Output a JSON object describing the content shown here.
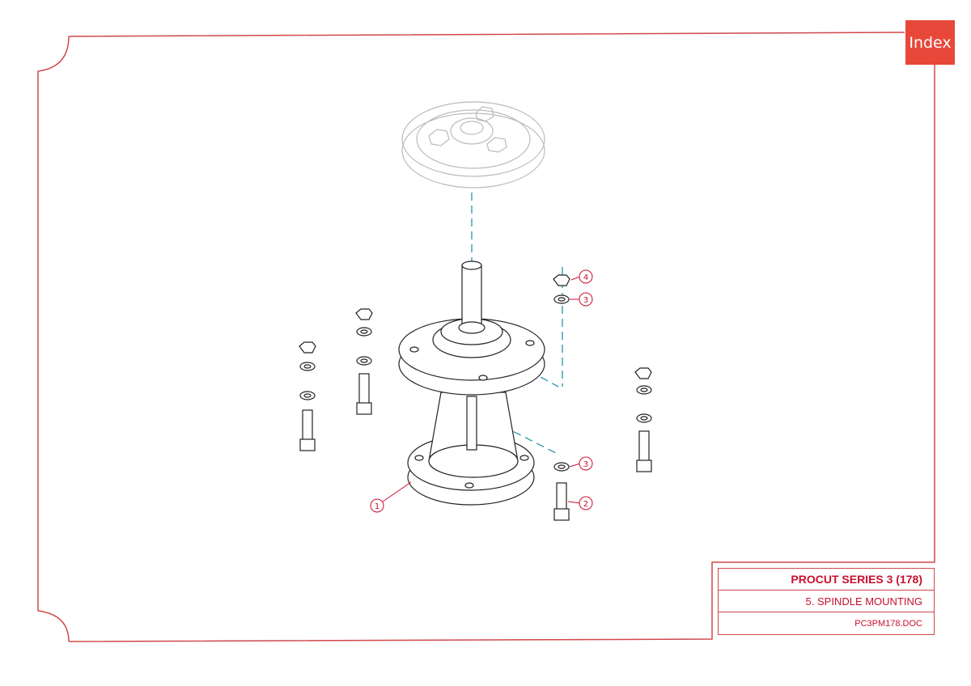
{
  "index_button": {
    "label": "Index"
  },
  "title_block": {
    "title": "PROCUT SERIES 3 (178)",
    "subtitle": "5. SPINDLE MOUNTING",
    "file": "PC3PM178.DOC"
  },
  "callouts": [
    "1",
    "2",
    "3",
    "3",
    "4"
  ],
  "colors": {
    "border": "#d0484a",
    "accent": "#c8102e",
    "centerline": "#2a93a8",
    "index_bg": "#e8483a"
  }
}
